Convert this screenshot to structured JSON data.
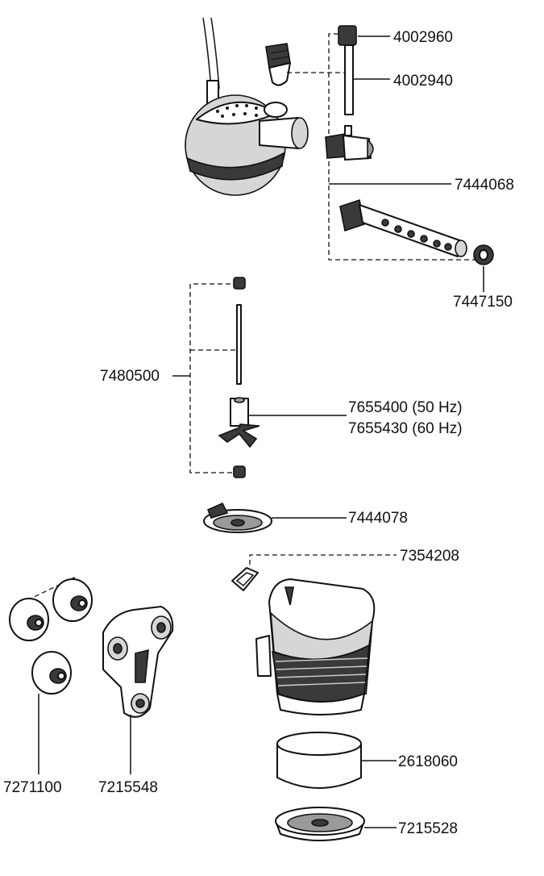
{
  "labels": {
    "p4002960": "4002960",
    "p4002940": "4002940",
    "p7444068": "7444068",
    "p7447150": "7447150",
    "p7480500": "7480500",
    "p7655400": "7655400 (50 Hz)",
    "p7655430": "7655430 (60 Hz)",
    "p7444078": "7444078",
    "p7354208": "7354208",
    "p2618060": "2618060",
    "p7215528": "7215528",
    "p7271100": "7271100",
    "p7215548": "7215548"
  },
  "colors": {
    "line": "#111111",
    "dark_fill": "#3a3a3a",
    "mid_fill": "#9a9a9a",
    "light_fill": "#d6d6d6",
    "background": "#ffffff"
  }
}
